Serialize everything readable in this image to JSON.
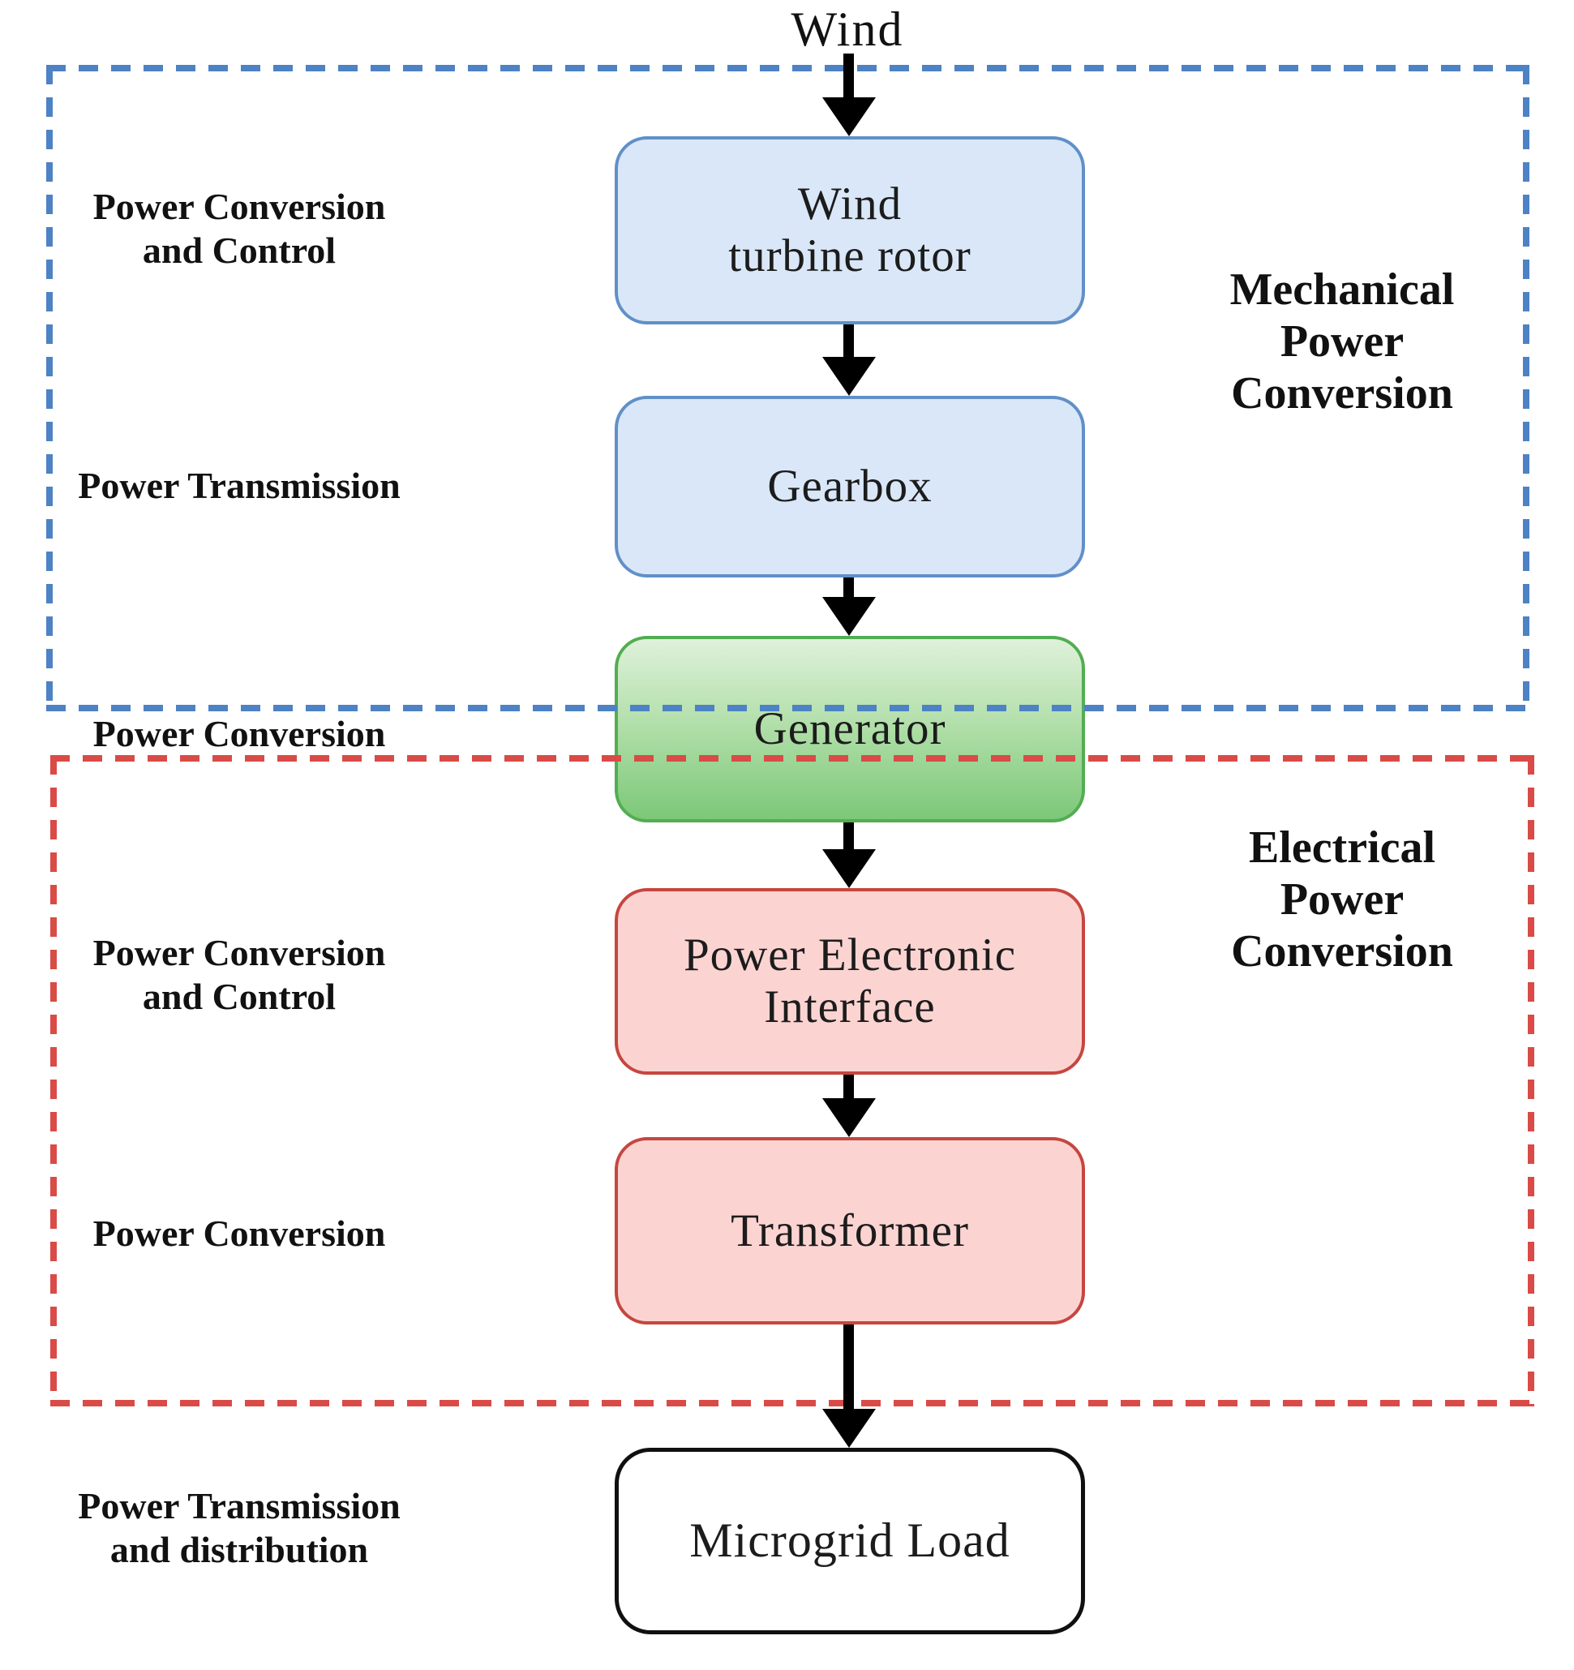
{
  "wind_source_label": "Wind",
  "nodes": [
    {
      "id": "wind-turbine-rotor",
      "label": "Wind\nturbine rotor"
    },
    {
      "id": "gearbox",
      "label": "Gearbox"
    },
    {
      "id": "generator",
      "label": "Generator"
    },
    {
      "id": "power-electronic-interface",
      "label": "Power Electronic\nInterface"
    },
    {
      "id": "transformer",
      "label": "Transformer"
    },
    {
      "id": "microgrid-load",
      "label": "Microgrid Load"
    }
  ],
  "stage_labels": [
    {
      "text": "Power Conversion\nand Control"
    },
    {
      "text": "Power Transmission"
    },
    {
      "text": "Power Conversion"
    },
    {
      "text": "Power Conversion\nand Control"
    },
    {
      "text": "Power Conversion"
    },
    {
      "text": "Power Transmission\nand distribution"
    }
  ],
  "region_labels": {
    "mechanical": "Mechanical\nPower\nConversion",
    "electrical": "Electrical\nPower\nConversion"
  },
  "colors": {
    "mechanical_region_dash": "#4d82c4",
    "electrical_region_dash": "#d94b47",
    "mechanical_node_fill": "#d9e7f8",
    "mechanical_node_border": "#6190c7",
    "generator_node_border": "#53ad52",
    "generator_node_fill_top": "#dff1da",
    "generator_node_fill_bottom": "#7cc878",
    "electrical_node_fill": "#fbd4d2",
    "electrical_node_border": "#c6463f",
    "load_node_border": "#101010",
    "arrow": "#000000"
  }
}
